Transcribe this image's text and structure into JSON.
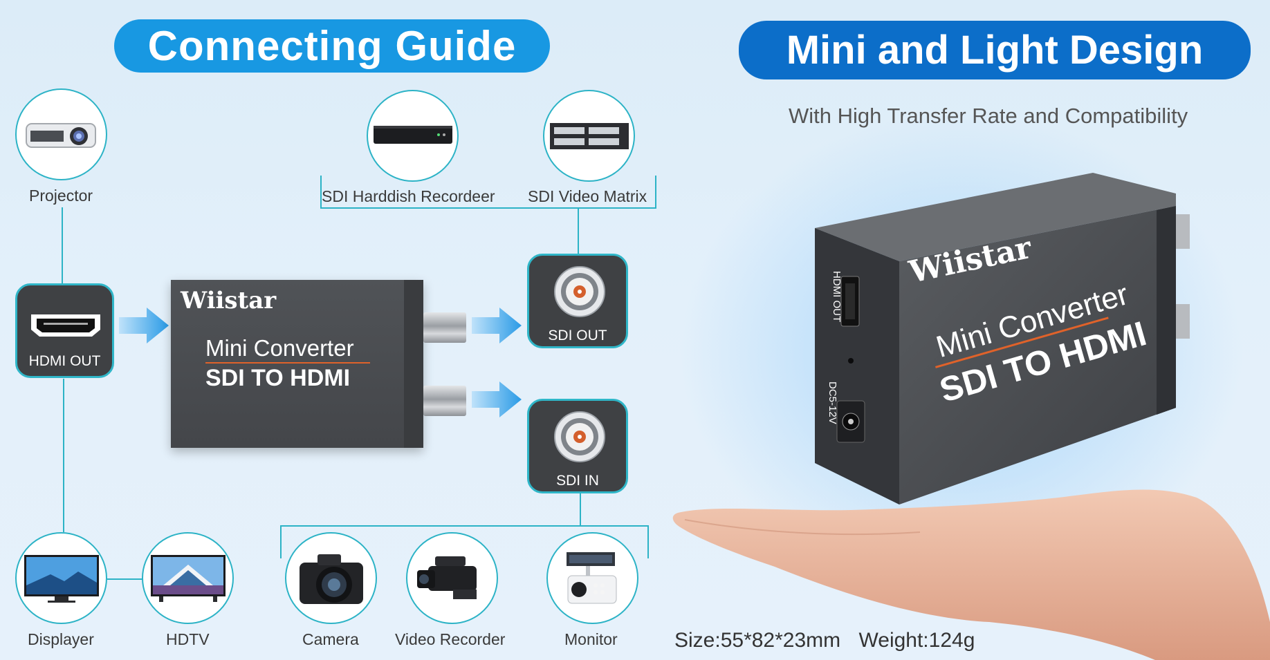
{
  "left_title": "Connecting Guide",
  "right_title": "Mini and Light Design",
  "right_subtitle": "With High Transfer Rate and Compatibility",
  "devices": {
    "projector": "Projector",
    "hdd_recorder": "SDI Harddish Recordeer",
    "video_matrix": "SDI Video Matrix",
    "displayer": "Displayer",
    "hdtv": "HDTV",
    "camera": "Camera",
    "video_recorder": "Video Recorder",
    "monitor": "Monitor"
  },
  "ports": {
    "hdmi_out": "HDMI OUT",
    "sdi_out": "SDI OUT",
    "sdi_in": "SDI IN"
  },
  "converter": {
    "brand": "Wiistar",
    "line1": "Mini Converter",
    "line2": "SDI TO HDMI"
  },
  "product": {
    "brand": "Wiistar",
    "line1": "Mini Converter",
    "line2": "SDI TO HDMI",
    "side_hdmi": "HDMI OUT",
    "side_power": "DC5-12V"
  },
  "spec": {
    "size": "Size:55*82*23mm",
    "weight": "Weight:124g"
  },
  "colors": {
    "accent_cyan": "#2cb3c6",
    "title_blue": "#1898e2",
    "title_dark_blue": "#0c6ec9",
    "arrow_blue": "#2a9be6",
    "device_gray": "#47494d",
    "stripe_orange": "#e0622a"
  },
  "icons": [
    "projector-icon",
    "dvr-icon",
    "matrix-icon",
    "hdmi-port-icon",
    "bnc-port-icon",
    "tv-icon",
    "camera-icon",
    "camcorder-icon",
    "cctv-icon",
    "hand-icon"
  ]
}
